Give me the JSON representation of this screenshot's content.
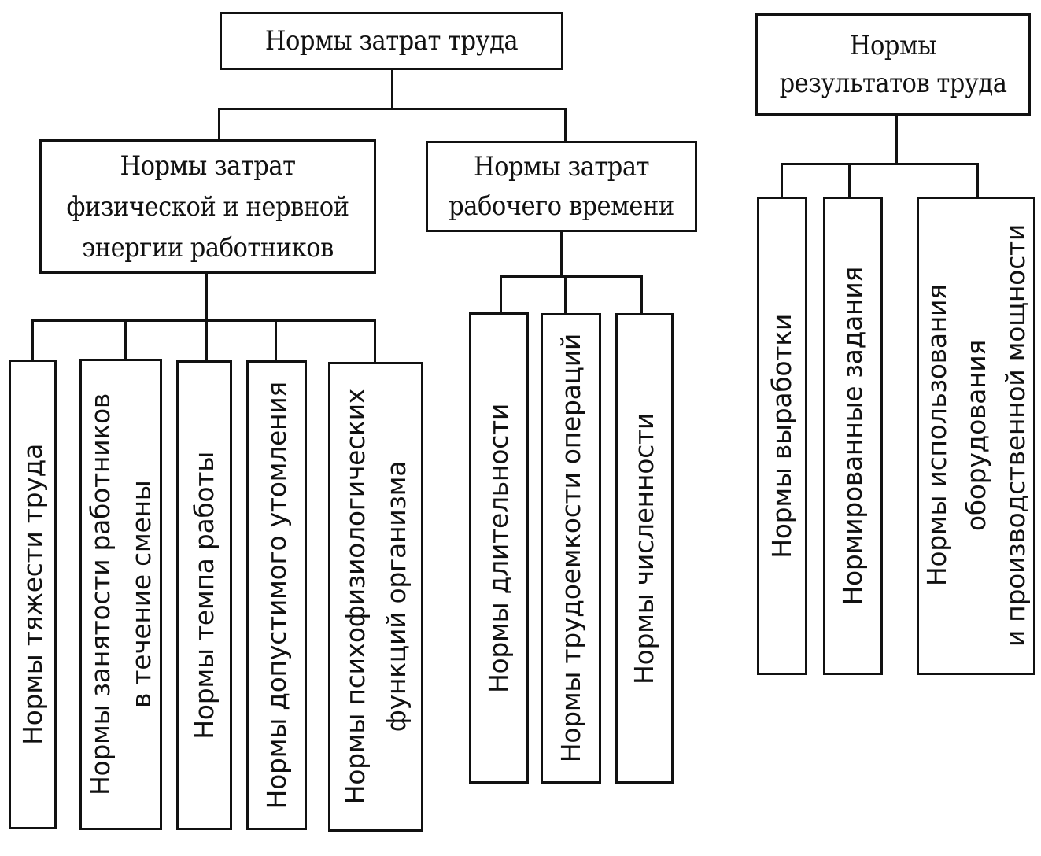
{
  "diagram": {
    "labor_costs": {
      "title": "Нормы затрат труда",
      "physical": {
        "title": "Нормы затрат\nфизической и нервной\nэнергии работников",
        "children": [
          "Нормы тяжести труда",
          "Нормы занятости работников\nв течение смены",
          "Нормы темпа работы",
          "Нормы допустимого утомления",
          "Нормы психофизиологических\nфункций организма"
        ]
      },
      "working_time": {
        "title": "Нормы затрат\nрабочего  времени",
        "children": [
          "Нормы длительности",
          "Нормы трудоемкости операций",
          "Нормы численности"
        ]
      }
    },
    "labor_results": {
      "title": "Нормы\nрезультатов труда",
      "children": [
        "Нормы выработки",
        "Нормированные  задания",
        "Нормы использования\nоборудования\nи производственной мощности"
      ]
    }
  }
}
